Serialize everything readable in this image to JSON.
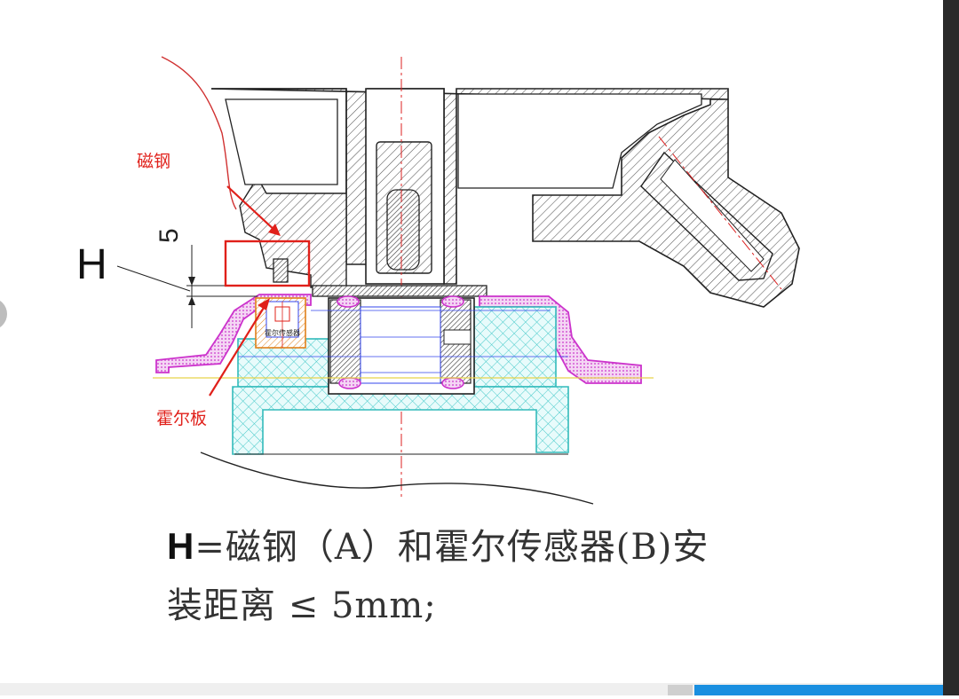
{
  "labels": {
    "magnet": "磁钢",
    "hall_board": "霍尔板",
    "h_dimension": "H",
    "dim_value": "5",
    "sensor_tag": "霍尔传感器"
  },
  "caption": {
    "h_symbol": "H",
    "line1": "=磁钢（A）和霍尔传感器(B)安",
    "line2": "装距离 ≤ 5mm;"
  },
  "colors": {
    "annotation_red": "#e0201a",
    "hatch": "#444444",
    "cover_magenta": "#cc33cc",
    "housing_cyan": "#33cccc",
    "axis_blue": "#3344ee",
    "centerline_red": "#dd2222",
    "accent_blue": "#1a8fe0"
  }
}
